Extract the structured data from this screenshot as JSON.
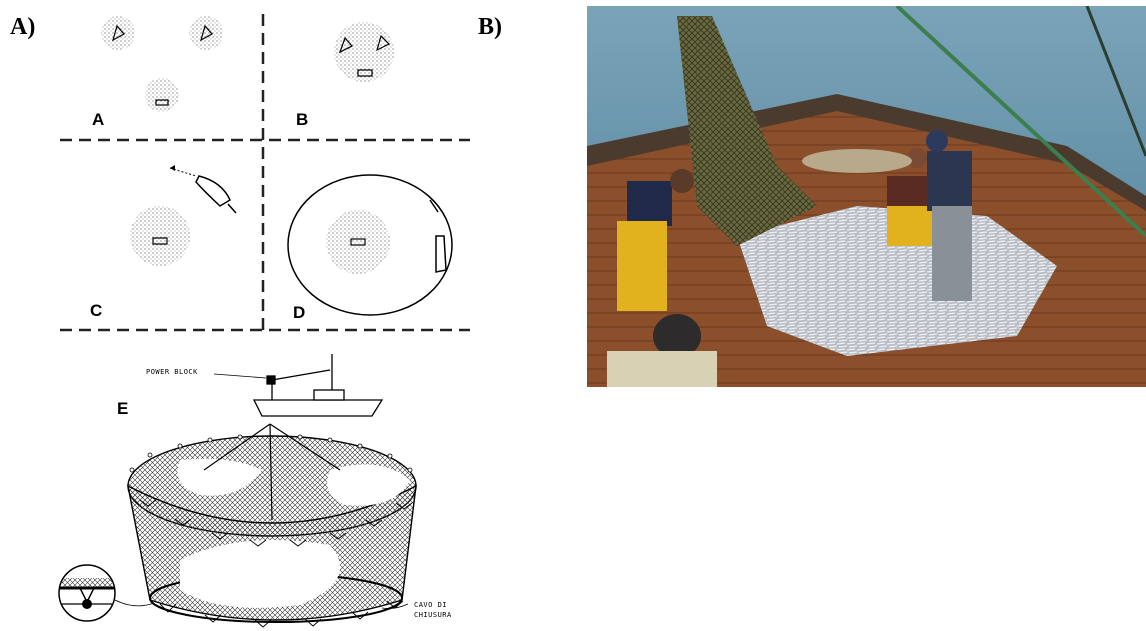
{
  "panels": {
    "a_label": "A)",
    "b_label": "B)"
  },
  "diagram": {
    "step_labels": [
      "A",
      "B",
      "C",
      "D",
      "E"
    ],
    "annotations": {
      "power_block": "POWER BLOCK",
      "cavo_line1": "CAVO DI",
      "cavo_line2": "CHIUSURA"
    }
  },
  "photo": {
    "colors": {
      "sea": "#5f8ea6",
      "net": "#5b5a36",
      "deck": "#8a4f2c",
      "oilskin": "#e4b31f",
      "fish": "#c8ccd2"
    }
  }
}
